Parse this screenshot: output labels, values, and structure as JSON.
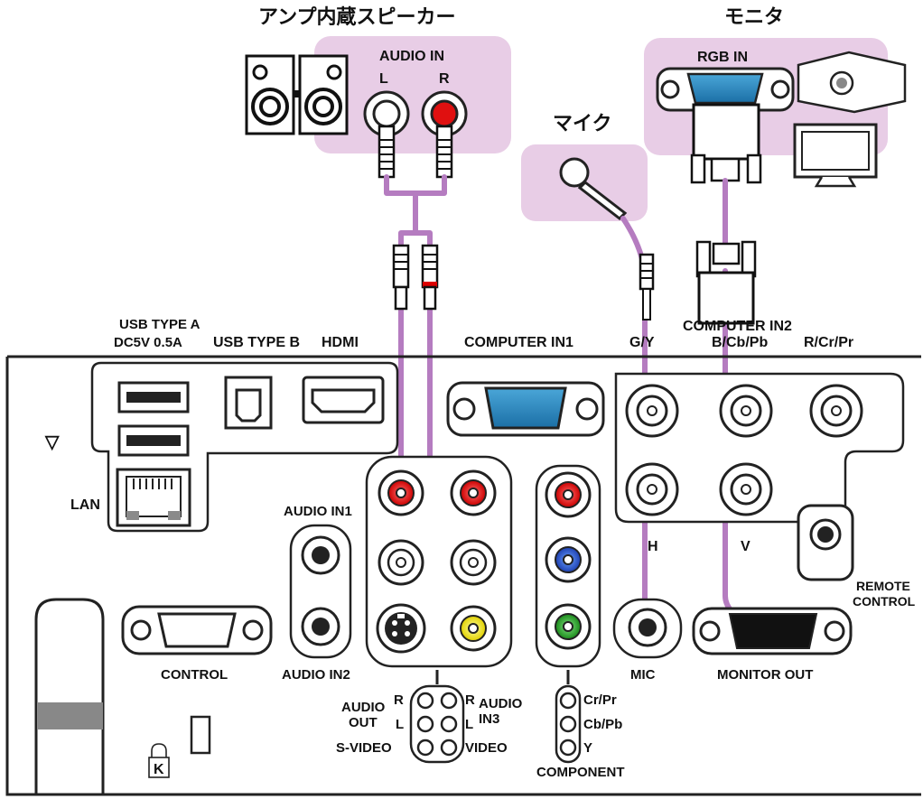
{
  "labels": {
    "amp_speaker": "アンプ内蔵スピーカー",
    "monitor": "モニタ",
    "mic_device": "マイク",
    "audio_in_top": "AUDIO IN",
    "audio_in_l": "L",
    "audio_in_r": "R",
    "rgb_in": "RGB IN",
    "usb_type_a_1": "USB TYPE A",
    "usb_type_a_2": "DC5V 0.5A",
    "usb_type_b": "USB TYPE B",
    "hdmi": "HDMI",
    "computer_in1": "COMPUTER IN1",
    "computer_in2": "COMPUTER IN2",
    "gy": "G/Y",
    "bcbpb": "B/Cb/Pb",
    "rcrpr": "R/Cr/Pr",
    "h": "H",
    "v": "V",
    "lan": "LAN",
    "triangle": "▽",
    "audio_in1": "AUDIO IN1",
    "audio_in2": "AUDIO IN2",
    "control": "CONTROL",
    "mic": "MIC",
    "monitor_out": "MONITOR OUT",
    "remote_control_1": "REMOTE",
    "remote_control_2": "CONTROL",
    "audio_out_1": "AUDIO",
    "audio_out_2": "OUT",
    "legend_r_left": "R",
    "legend_l_left": "L",
    "legend_r_right": "R",
    "legend_l_right": "L",
    "audio_in3_1": "AUDIO",
    "audio_in3_2": "IN3",
    "s_video": "S-VIDEO",
    "video": "VIDEO",
    "cr_pr": "Cr/Pr",
    "cb_pb": "Cb/Pb",
    "y": "Y",
    "component": "COMPONENT",
    "kensington": "K"
  }
}
